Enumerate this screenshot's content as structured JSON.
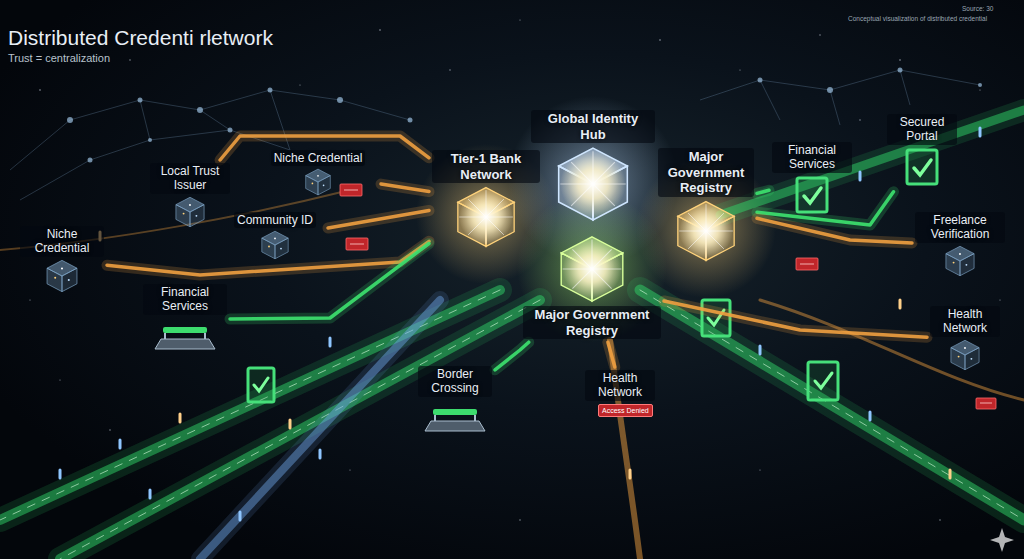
{
  "diagram": {
    "title": "Distributed Credenti rletwork",
    "nodes": [
      {
        "text": [
          "Niche Credential"
        ]
      },
      {
        "text": [
          "Local Trust Issuer"
        ]
      },
      {
        "text": [
          "Niche Credential"
        ]
      },
      {
        "text": [
          "Community ID"
        ]
      },
      {
        "text": [
          "Tier-1 Bank Network"
        ]
      },
      {
        "text": [
          "Global Identity Hub"
        ]
      },
      {
        "text": [
          "Major Government Registry"
        ]
      },
      {
        "text": [
          "Financial Services"
        ]
      },
      {
        "text": [
          "Secured Portal"
        ]
      },
      {
        "text": [
          "Financial Services"
        ]
      },
      {
        "text": [
          "Freelance Verification"
        ]
      },
      {
        "text": [
          "Major Government Registry"
        ]
      },
      {
        "text": [
          "Health Network"
        ]
      },
      {
        "text": [
          "Border Crossing"
        ]
      },
      {
        "text": [
          "Health Network"
        ]
      }
    ],
    "edges": [
      {
        "from": 0,
        "to": 4,
        "arrow": "none"
      },
      {
        "from": 1,
        "to": 4,
        "arrow": "none"
      },
      {
        "from": 2,
        "to": 4,
        "arrow": "none"
      },
      {
        "from": 3,
        "to": 4,
        "arrow": "none"
      },
      {
        "from": 4,
        "to": 9,
        "arrow": "none"
      },
      {
        "from": 11,
        "to": 13,
        "arrow": "none"
      },
      {
        "from": 11,
        "to": 14,
        "arrow": "none"
      },
      {
        "from": 6,
        "to": 7,
        "arrow": "none"
      },
      {
        "from": 6,
        "to": 8,
        "arrow": "none"
      },
      {
        "from": 10,
        "to": 6,
        "arrow": "none"
      },
      {
        "from": 12,
        "to": 11,
        "arrow": "none"
      }
    ],
    "labels": [
      "Trust = centralization",
      "Source: 30",
      "Conceptual visualization of distributed credential",
      "Access Denied"
    ]
  }
}
